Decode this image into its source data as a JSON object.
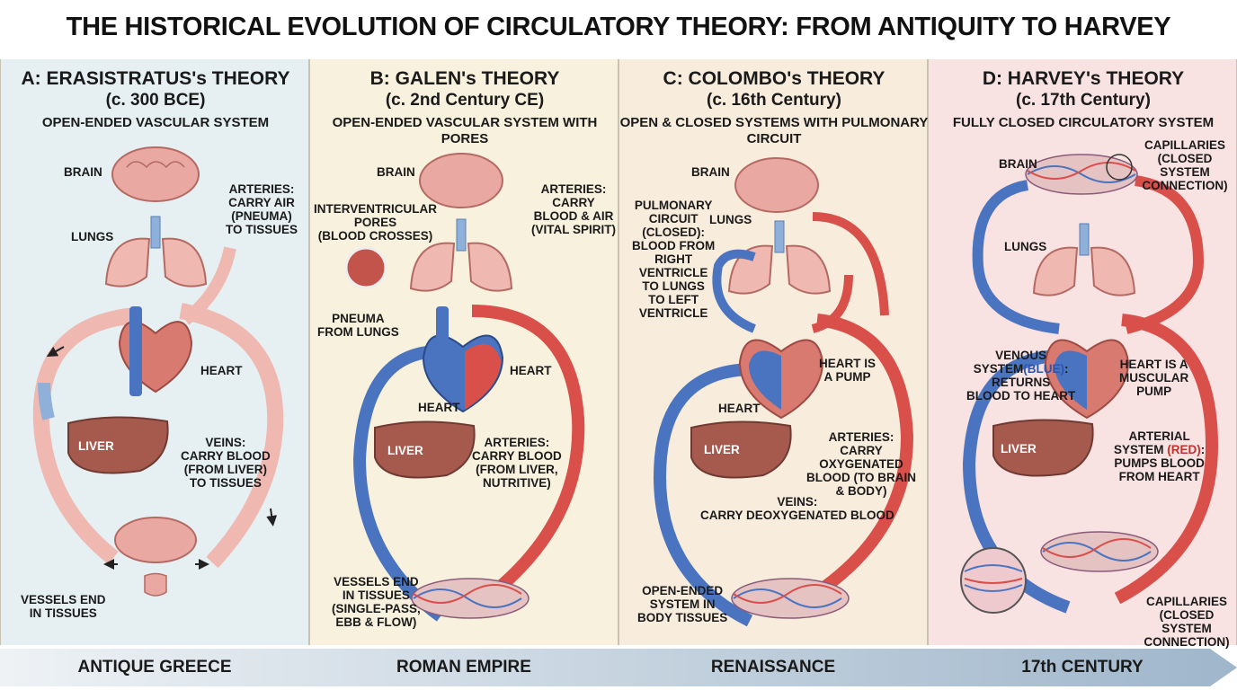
{
  "title": "THE HISTORICAL EVOLUTION OF CIRCULATORY THEORY: FROM ANTIQUITY TO HARVEY",
  "colors": {
    "artery": "#d9504a",
    "vein": "#4a74c0",
    "organ": "#e9a9a2",
    "liver": "#a65a4e"
  },
  "panels": {
    "a": {
      "title": "A: ERASISTRATUS's THEORY",
      "date": "(c. 300 BCE)",
      "subtitle": "OPEN-ENDED VASCULAR SYSTEM",
      "brain": "BRAIN",
      "lungs": "LUNGS",
      "arteries": "ARTERIES:\nCARRY AIR\n(PNEUMA)\nTO TISSUES",
      "heart": "HEART",
      "liver": "LIVER",
      "veins": "VEINS:\nCARRY BLOOD\n(FROM LIVER)\nTO TISSUES",
      "vessels_end": "VESSELS END\nIN TISSUES"
    },
    "b": {
      "title": "B: GALEN's THEORY",
      "date": "(c. 2nd Century CE)",
      "subtitle": "OPEN-ENDED VASCULAR SYSTEM\nWITH PORES",
      "brain": "BRAIN",
      "pores": "INTERVENTRICULAR\nPORES\n(BLOOD CROSSES)",
      "arteries_top": "ARTERIES:\nCARRY\nBLOOD & AIR\n(VITAL SPIRIT)",
      "pneuma": "PNEUMA\nFROM LUNGS",
      "heart_right": "HEART",
      "heart_below": "HEART",
      "liver": "LIVER",
      "arteries_bottom": "ARTERIES:\nCARRY BLOOD\n(FROM LIVER,\nNUTRITIVE)",
      "vessels_end": "VESSELS END\nIN TISSUES\n(SINGLE-PASS,\nEBB & FLOW)"
    },
    "c": {
      "title": "C: COLOMBO's THEORY",
      "date": "(c. 16th Century)",
      "subtitle": "OPEN & CLOSED SYSTEMS WITH\nPULMONARY CIRCUIT",
      "brain": "BRAIN",
      "pulmonary": "PULMONARY\nCIRCUIT\n(CLOSED):\nBLOOD FROM\nRIGHT\nVENTRICLE\nTO LUNGS\nTO LEFT\nVENTRICLE",
      "lungs": "LUNGS",
      "pump": "HEART IS\nA PUMP",
      "heart": "HEART",
      "liver": "LIVER",
      "arteries": "ARTERIES:\nCARRY\nOXYGENATED\nBLOOD (TO BRAIN\n& BODY)",
      "veins": "VEINS:\nCARRY DEOXYGENATED BLOOD",
      "open_ended": "OPEN-ENDED\nSYSTEM IN\nBODY TISSUES"
    },
    "d": {
      "title": "D: HARVEY's THEORY",
      "date": "(c. 17th Century)",
      "subtitle": "FULLY CLOSED CIRCULATORY SYSTEM",
      "brain": "BRAIN",
      "capillaries_top": "CAPILLARIES\n(CLOSED SYSTEM\nCONNECTION)",
      "lungs": "LUNGS",
      "venous_a": "VENOUS\nSYSTEM",
      "venous_blue": "(BLUE)",
      "venous_b": ": \nRETURNS\nBLOOD TO HEART",
      "pump": "HEART IS A\nMUSCULAR\nPUMP",
      "liver": "LIVER",
      "arterial_a": "ARTERIAL\nSYSTEM ",
      "arterial_red": "(RED)",
      "arterial_b": ":\nPUMPS BLOOD\nFROM HEART",
      "capillaries_bottom": "CAPILLARIES\n(CLOSED SYSTEM\nCONNECTION)"
    }
  },
  "timeline": [
    "ANTIQUE GREECE",
    "ROMAN EMPIRE",
    "RENAISSANCE",
    "17th CENTURY"
  ]
}
